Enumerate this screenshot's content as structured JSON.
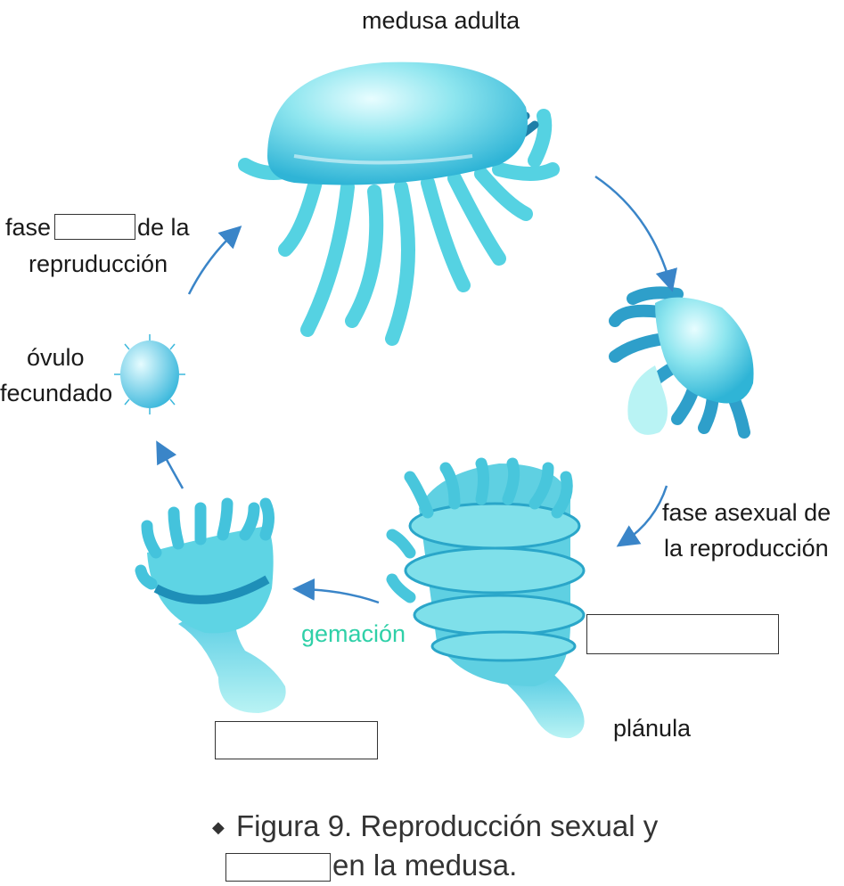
{
  "labels": {
    "adult": "medusa adulta",
    "fase_prefix": "fase",
    "fase_suffix": "de la",
    "fase_line2": "repruducción",
    "ovulo_line1": "óvulo",
    "ovulo_line2": "fecundado",
    "asexual_line1": "fase asexual de",
    "asexual_line2": "la reproducción",
    "gemacion": "gemación",
    "planula": "plánula"
  },
  "caption": {
    "bullet": "◆",
    "line1": "Figura 9. Reproducción sexual y",
    "line2_suffix": "en la medusa."
  },
  "colors": {
    "jelly_light": "#bff3f8",
    "jelly_mid": "#5fd8e6",
    "jelly_dark": "#1e8fb8",
    "arrow": "#3a85c8",
    "gemacion_text": "#2fd0a8"
  }
}
